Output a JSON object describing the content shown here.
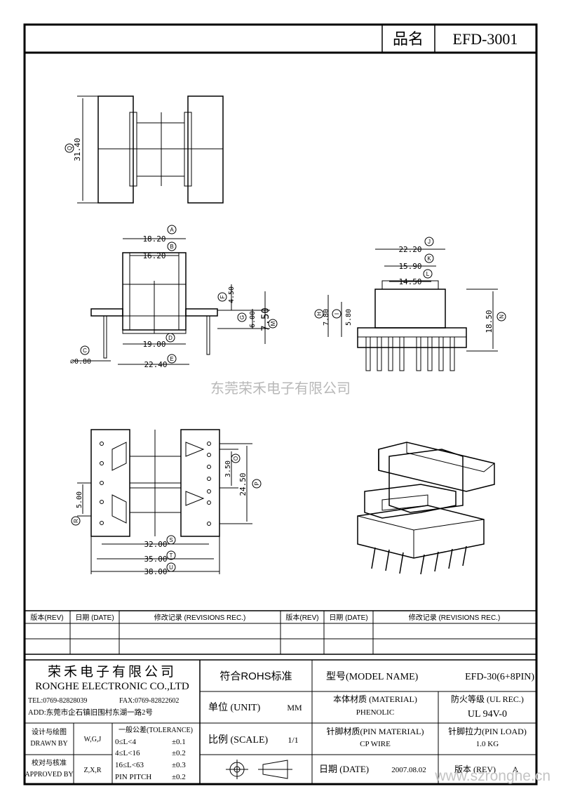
{
  "header": {
    "label_name": "品名",
    "part": "EFD-3001"
  },
  "watermark": {
    "main": "东莞荣禾电子有限公司",
    "url": "www.szronghe.cn"
  },
  "dims": {
    "height": "31.40",
    "A": "18.20",
    "B": "16.20",
    "D": "19.00",
    "E": "22.40",
    "C": "⌀0.80",
    "F": "4.50",
    "G": "6.00",
    "H2": "7.50",
    "J": "22.20",
    "K": "15.90",
    "L": "14.50",
    "H": "7.80",
    "I": "5.80",
    "N": "18.50",
    "O": "3.50",
    "P": "24.50",
    "R": "5.00",
    "S": "32.00",
    "T": "35.00",
    "U": "38.00"
  },
  "letters": {
    "Q": "Q",
    "A": "A",
    "B": "B",
    "C": "C",
    "D": "D",
    "E": "E",
    "F": "F",
    "G": "G",
    "M": "M",
    "J": "J",
    "K": "K",
    "L": "L",
    "H": "H",
    "I": "I",
    "N": "N",
    "O": "O",
    "P": "P",
    "R": "R",
    "S": "S",
    "T": "T",
    "U": "U"
  },
  "revisions": {
    "rev": "版本(REV)",
    "date": "日期 (DATE)",
    "rec": "修改记录 (REVISIONS REC.)"
  },
  "company": {
    "name_cn": "荣禾电子有限公司",
    "name_en": "RONGHE ELECTRONIC CO.,LTD",
    "tel": "TEL:0769-82828039",
    "fax": "FAX:0769-82822602",
    "addr": "ADD:东莞市企石镇旧围村东湖一路2号"
  },
  "titleblock": {
    "rohs": "符合ROHS标准",
    "model_label": "型号(MODEL NAME)",
    "model": "EFD-30(6+8PIN)",
    "unit_label": "单位 (UNIT)",
    "unit": "MM",
    "material_label": "本体材质 (MATERIAL)",
    "material": "PHENOLIC",
    "ul_label": "防火等级 (UL REC.)",
    "ul": "UL 94V-0",
    "scale_label": "比例 (SCALE)",
    "scale": "1/1",
    "pin_label": "针脚材质(PIN MATERIAL)",
    "pin": "CP WIRE",
    "load_label": "针脚拉力(PIN LOAD)",
    "load": "1.0 KG",
    "date_label": "日期 (DATE)",
    "date": "2007.08.02",
    "rev_label": "版本 (REV)",
    "rev": "A",
    "design_label": "设计与绘图",
    "design_en": "DRAWN BY",
    "design_by": "W,G,J",
    "check_label": "校对与核准",
    "check_en": "APPROVED BY",
    "check_by": "Z,X,R",
    "tol_title": "一般公差(TOLERANCE)",
    "tol1": "0≤L<4",
    "tol1v": "±0.1",
    "tol2": "4≤L<16",
    "tol2v": "±0.2",
    "tol3": "16≤L<63",
    "tol3v": "±0.3",
    "tol4": "PIN PITCH",
    "tol4v": "±0.2"
  }
}
